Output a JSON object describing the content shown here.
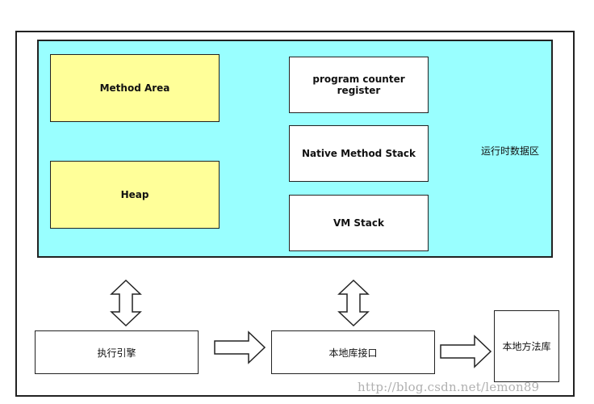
{
  "runtime_data_area": {
    "label": "运行时数据区"
  },
  "boxes": {
    "method_area": "Method Area",
    "heap": "Heap",
    "pc_register": "program counter register",
    "native_method_stack": "Native Method Stack",
    "vm_stack": "VM Stack",
    "execution_engine": "执行引擎",
    "native_interface": "本地库接口",
    "native_method_library": "本地方法库"
  },
  "watermark": "http://blog.csdn.net/lemon89",
  "colors": {
    "runtime_area_fill": "#99ffff",
    "heap_box_fill": "#ffff99",
    "stroke": "#222222"
  }
}
